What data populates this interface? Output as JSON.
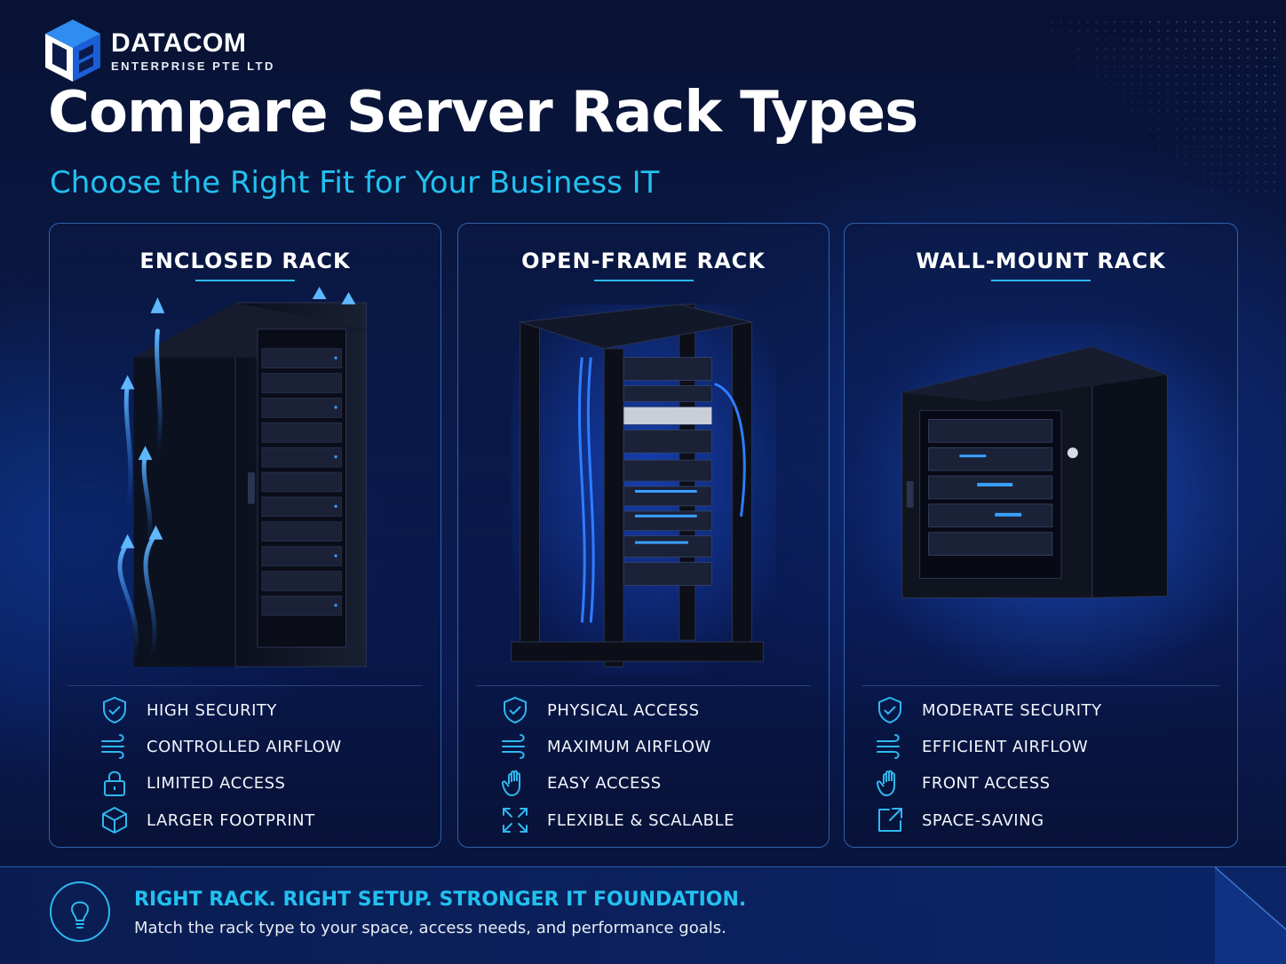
{
  "brand": {
    "name": "DATACOM",
    "tagline": "ENTERPRISE PTE LTD",
    "logo_icon": "cube-logo-icon"
  },
  "hero": {
    "title": "Compare Server Rack Types",
    "subtitle": "Choose the Right Fit for Your Business IT"
  },
  "colors": {
    "accent": "#22c1f0",
    "background": "#0a1a4a",
    "card_border": "#468ce6"
  },
  "cards": [
    {
      "title": "ENCLOSED RACK",
      "features": [
        {
          "icon": "shield-check-icon",
          "label": "HIGH SECURITY"
        },
        {
          "icon": "airflow-icon",
          "label": "CONTROLLED AIRFLOW"
        },
        {
          "icon": "lock-icon",
          "label": "LIMITED ACCESS"
        },
        {
          "icon": "cube-icon",
          "label": "LARGER FOOTPRINT"
        }
      ]
    },
    {
      "title": "OPEN-FRAME RACK",
      "features": [
        {
          "icon": "shield-check-icon",
          "label": "PHYSICAL ACCESS"
        },
        {
          "icon": "airflow-icon",
          "label": "MAXIMUM AIRFLOW"
        },
        {
          "icon": "hand-icon",
          "label": "EASY ACCESS"
        },
        {
          "icon": "expand-icon",
          "label": "FLEXIBLE & SCALABLE"
        }
      ]
    },
    {
      "title": "WALL-MOUNT RACK",
      "features": [
        {
          "icon": "shield-check-icon",
          "label": "MODERATE SECURITY"
        },
        {
          "icon": "airflow-icon",
          "label": "EFFICIENT AIRFLOW"
        },
        {
          "icon": "hand-icon",
          "label": "FRONT ACCESS"
        },
        {
          "icon": "arrow-out-icon",
          "label": "SPACE-SAVING"
        }
      ]
    }
  ],
  "banner": {
    "icon": "lightbulb-icon",
    "headline": "RIGHT RACK. RIGHT SETUP. STRONGER IT FOUNDATION.",
    "text": "Match the rack type to your space, access needs, and performance goals."
  }
}
